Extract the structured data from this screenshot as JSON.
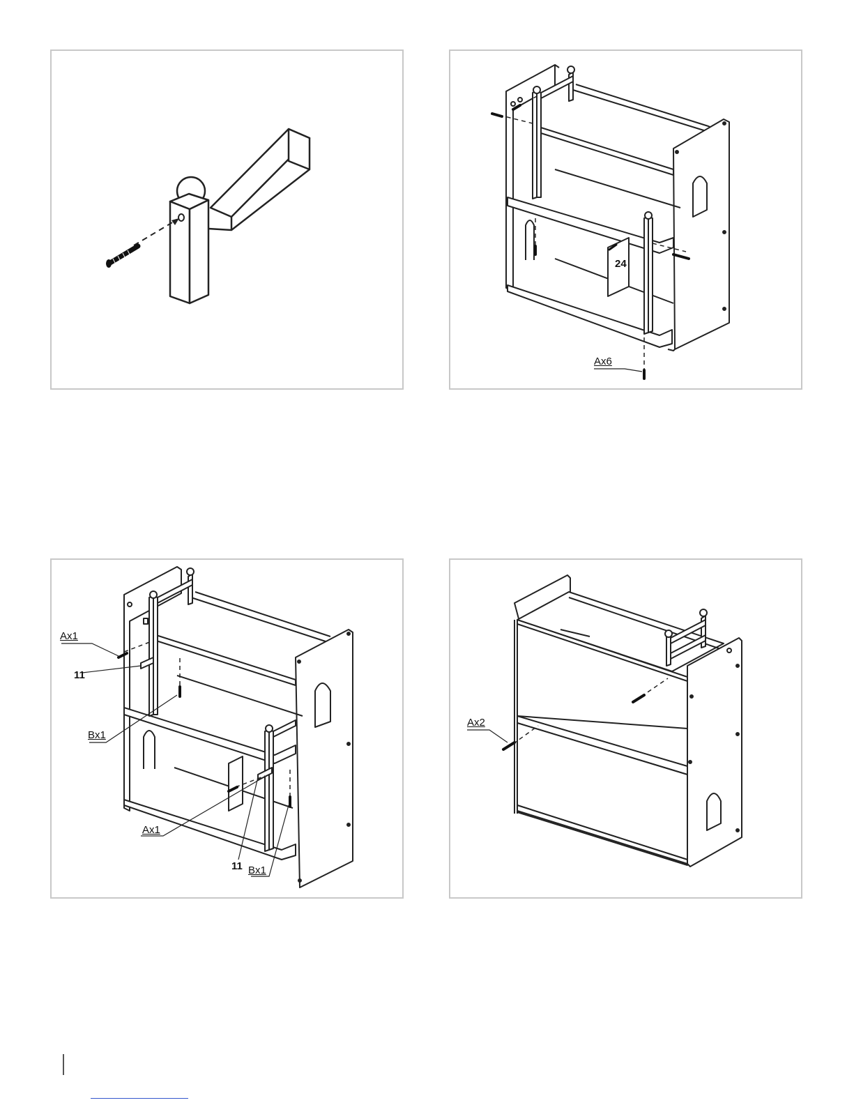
{
  "panels": [
    {
      "id": "step-1",
      "labels": []
    },
    {
      "id": "step-2",
      "labels": [
        "24",
        "Ax6"
      ]
    },
    {
      "id": "step-3",
      "labels": [
        "Ax1",
        "11",
        "Bx1",
        "Ax1",
        "11",
        "Bx1"
      ]
    },
    {
      "id": "step-4",
      "labels": [
        "Ax2"
      ]
    }
  ],
  "colors": {
    "line": "#222222",
    "border": "#c8c8c8",
    "screw": "#111111",
    "link": "#3355cc"
  },
  "icons": [
    "screw-icon",
    "dowel-icon",
    "arrow-icon"
  ]
}
